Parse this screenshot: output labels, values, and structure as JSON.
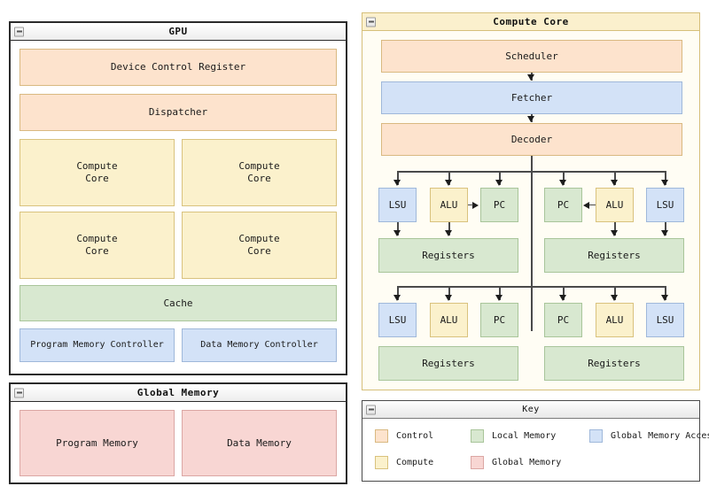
{
  "gpu_panel": {
    "title": "GPU",
    "collapse_icon": "minus-square-icon",
    "device_control_register": "Device Control Register",
    "dispatcher": "Dispatcher",
    "compute_cores": [
      "Compute\nCore",
      "Compute\nCore",
      "Compute\nCore",
      "Compute\nCore"
    ],
    "cache": "Cache",
    "program_memory_controller": "Program Memory Controller",
    "data_memory_controller": "Data Memory Controller"
  },
  "global_memory_panel": {
    "title": "Global Memory",
    "collapse_icon": "minus-square-icon",
    "program_memory": "Program Memory",
    "data_memory": "Data Memory"
  },
  "compute_core_panel": {
    "title": "Compute Core",
    "collapse_icon": "minus-square-icon",
    "scheduler": "Scheduler",
    "fetcher": "Fetcher",
    "decoder": "Decoder",
    "threads": [
      {
        "units": [
          "LSU",
          "ALU",
          "PC"
        ],
        "registers": "Registers"
      },
      {
        "units": [
          "PC",
          "ALU",
          "LSU"
        ],
        "registers": "Registers"
      },
      {
        "units": [
          "LSU",
          "ALU",
          "PC"
        ],
        "registers": "Registers"
      },
      {
        "units": [
          "PC",
          "ALU",
          "LSU"
        ],
        "registers": "Registers"
      }
    ]
  },
  "key_panel": {
    "title": "Key",
    "collapse_icon": "minus-square-icon",
    "entries": [
      {
        "label": "Control",
        "color": "#fde3cd"
      },
      {
        "label": "Local Memory",
        "color": "#d8e8d0"
      },
      {
        "label": "Global Memory Access",
        "color": "#d3e2f7"
      },
      {
        "label": "Compute",
        "color": "#fbf1cc"
      },
      {
        "label": "Global Memory",
        "color": "#f8d6d3"
      }
    ]
  }
}
